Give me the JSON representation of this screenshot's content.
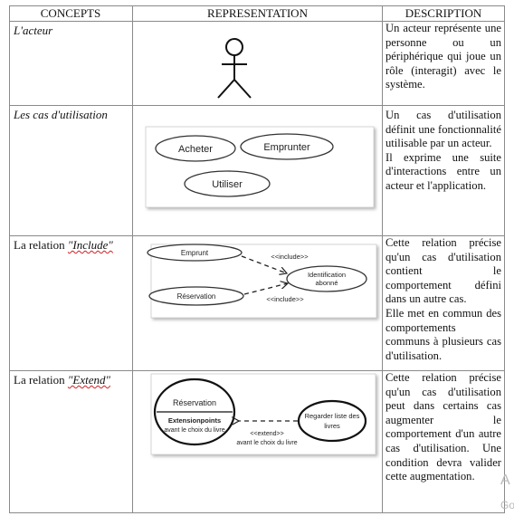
{
  "table": {
    "headers": [
      "CONCEPTS",
      "REPRESENTATION",
      "DESCRIPTION"
    ],
    "rows": [
      {
        "concept": "L'acteur",
        "description": [
          "Un acteur représente une personne ou un périphérique qui joue un rôle (interagit) avec le système."
        ]
      },
      {
        "concept": "Les cas d'utilisation",
        "diagram": {
          "ellipses": [
            "Acheter",
            "Emprunter",
            "Utiliser"
          ]
        },
        "description": [
          "Un cas d'utilisation définit une fonctionnalité utilisable par un acteur.",
          "Il exprime une suite d'interactions entre un acteur et l'application."
        ]
      },
      {
        "concept_prefix": "La relation ",
        "concept_term": "\"Include\"",
        "diagram": {
          "use_case_1": "Emprunt",
          "use_case_2": "Réservation",
          "target_line_1": "Identification",
          "target_line_2": "abonné",
          "stereotype_1": "<<include>>",
          "stereotype_2": "<<include>>"
        },
        "description": [
          "Cette relation précise qu'un cas d'utilisation contient le comportement défini dans un autre cas.",
          "Elle met en commun des comportements communs à plusieurs cas d'utilisation."
        ]
      },
      {
        "concept_prefix": "La relation ",
        "concept_term": "\"Extend\"",
        "diagram": {
          "base_title": "Réservation",
          "extension_points": "Extensionpoints",
          "extension_detail": "avant le choix du livre",
          "extending_line_1": "Regarder liste des",
          "extending_line_2": "livres",
          "stereotype": "<<extend>>",
          "condition": "avant le choix du livre"
        },
        "description": [
          "Cette relation précise qu'un cas d'utilisation peut dans certains cas augmenter le comportement d'un autre cas d'utilisation. Une condition devra valider cette augmentation."
        ]
      }
    ]
  },
  "watermark": {
    "line1": "A",
    "line2": "Go"
  }
}
